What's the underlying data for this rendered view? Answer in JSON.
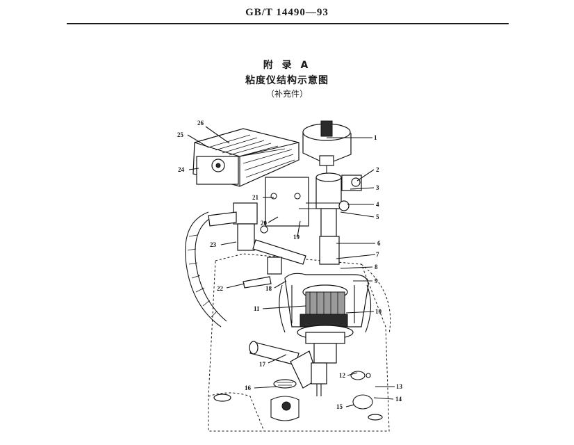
{
  "header": {
    "standard_code": "GB/T 14490—93"
  },
  "appendix": {
    "label": "附 录 A",
    "title": "粘度仪结构示意图",
    "note": "（补充件）"
  },
  "figure": {
    "callouts": [
      "1",
      "2",
      "3",
      "4",
      "5",
      "6",
      "7",
      "8",
      "9",
      "10",
      "11",
      "12",
      "13",
      "14",
      "15",
      "16",
      "17",
      "18",
      "19",
      "20",
      "21",
      "22",
      "23",
      "24",
      "25",
      "26"
    ]
  }
}
